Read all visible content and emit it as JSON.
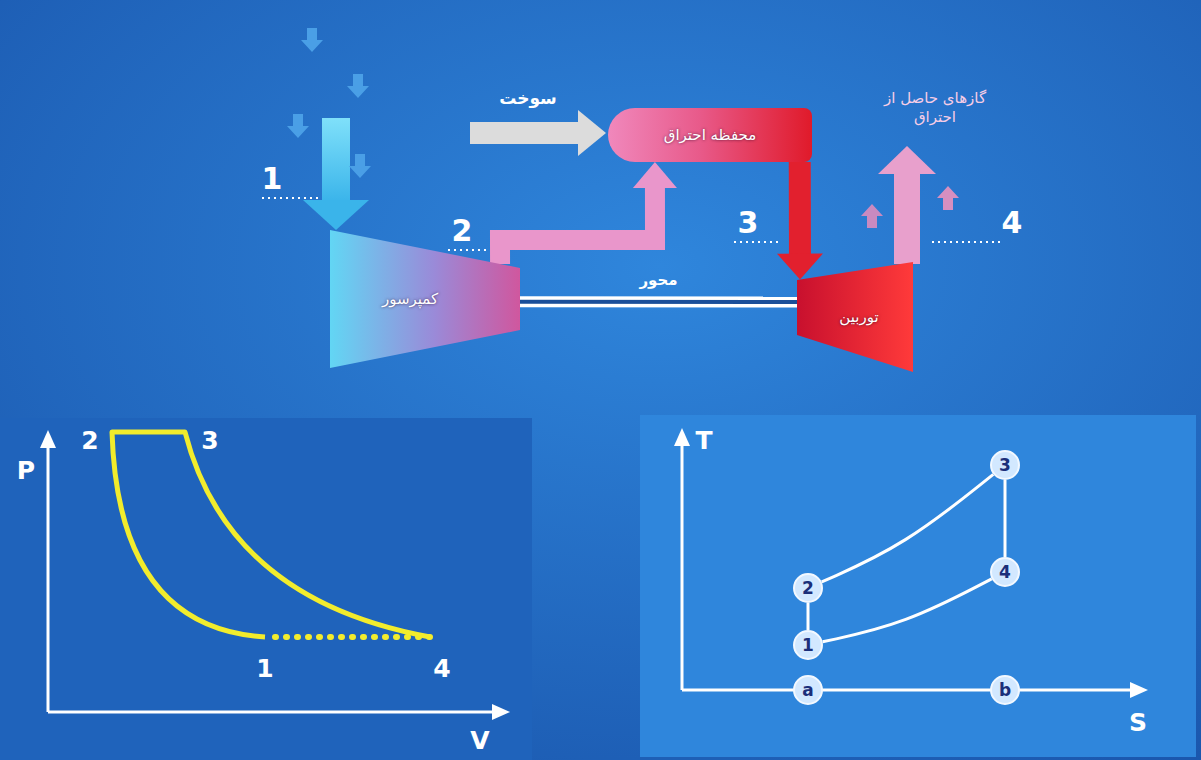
{
  "diagram": {
    "nodes": [
      {
        "text": [
          "کمپرسور"
        ]
      },
      {
        "text": [
          "محفظه احتراق"
        ]
      },
      {
        "text": [
          "توربین"
        ]
      },
      {
        "text": [
          "1"
        ]
      },
      {
        "text": [
          "2"
        ]
      },
      {
        "text": [
          "3"
        ]
      },
      {
        "text": [
          "4"
        ]
      },
      {
        "text": [
          "a"
        ]
      },
      {
        "text": [
          "b"
        ]
      }
    ],
    "edges": [
      {
        "from": 0,
        "to": 1,
        "arrow": "to"
      },
      {
        "from": 1,
        "to": 2,
        "arrow": "to"
      },
      {
        "from": 0,
        "to": 2,
        "label": "محور",
        "arrow": "none"
      },
      {
        "from": 3,
        "to": 4,
        "arrow": "none"
      },
      {
        "from": 4,
        "to": 5,
        "arrow": "none"
      },
      {
        "from": 5,
        "to": 6,
        "arrow": "none"
      },
      {
        "from": 6,
        "to": 3,
        "arrow": "none"
      }
    ],
    "labels": [
      "1",
      "2",
      "3",
      "4",
      "سوخت",
      "گازهای حاصل از احتراق",
      "P",
      "V",
      "2",
      "3",
      "1",
      "4",
      "T",
      "S"
    ]
  }
}
